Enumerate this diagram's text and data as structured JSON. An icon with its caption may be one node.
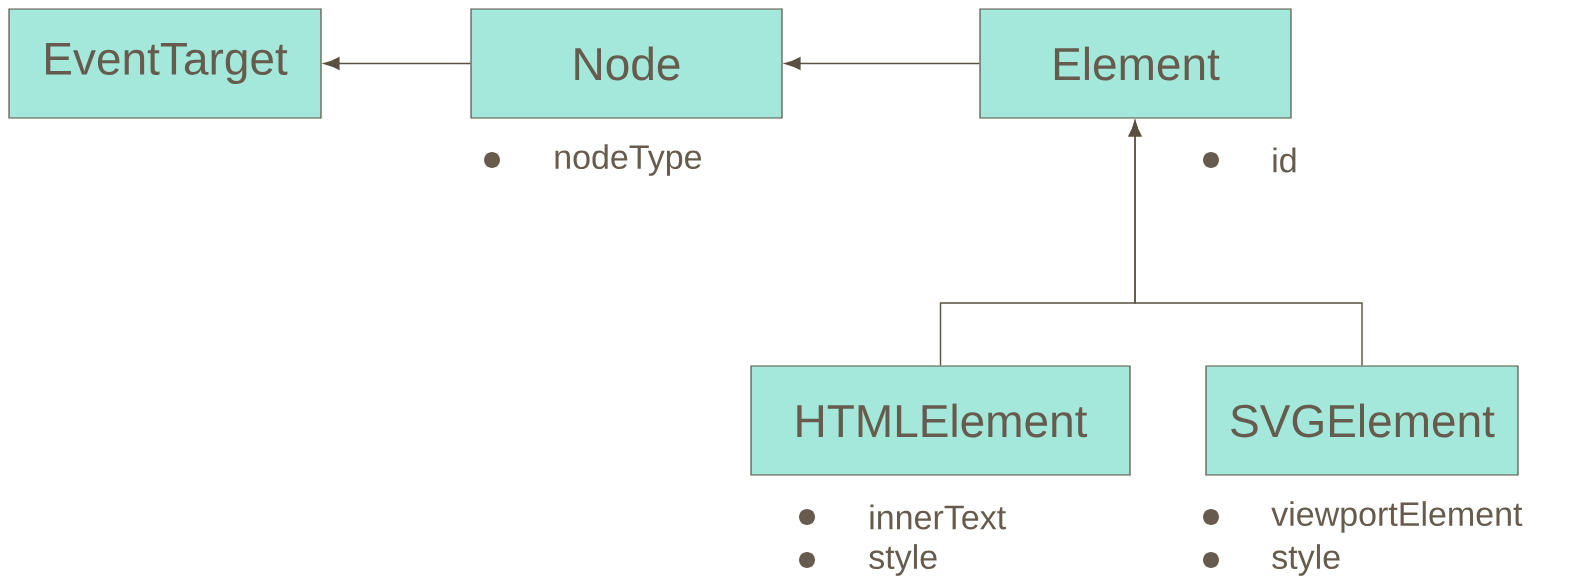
{
  "diagram": {
    "nodes": [
      {
        "text": [
          "EventTarget"
        ]
      },
      {
        "text": [
          "Node"
        ],
        "beside": [
          "nodeType"
        ]
      },
      {
        "text": [
          "Element"
        ],
        "beside": [
          "id"
        ]
      },
      {
        "text": [
          "HTMLElement"
        ],
        "beside": [
          "innerText",
          "style"
        ]
      },
      {
        "text": [
          "SVGElement"
        ],
        "beside": [
          "viewportElement",
          "style"
        ]
      }
    ],
    "edges": [
      {
        "from": 1,
        "to": 0,
        "arrow": "to"
      },
      {
        "from": 2,
        "to": 1,
        "arrow": "to"
      },
      {
        "from": 3,
        "to": 2,
        "arrow": "to"
      },
      {
        "from": 4,
        "to": 2,
        "arrow": "to"
      }
    ]
  }
}
